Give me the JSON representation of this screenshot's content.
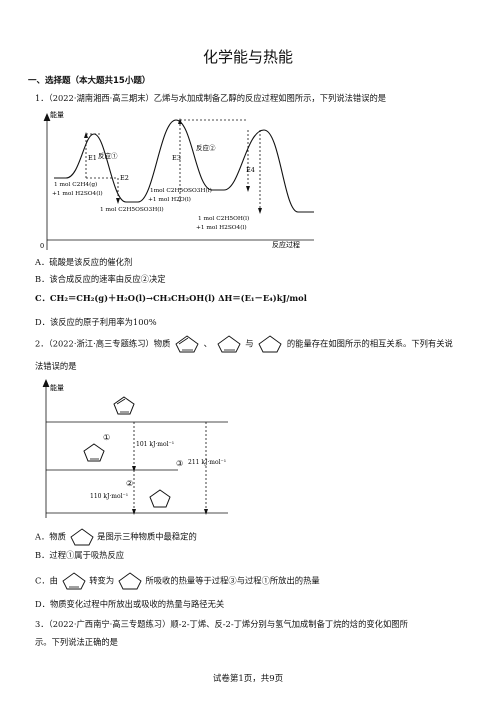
{
  "title": "化学能与热能",
  "section": "一、选择题（本大题共15小题）",
  "q1": {
    "stem": "1．（2022·湖南湘西·高三期末）乙烯与水加成制备乙醇的反应过程如图所示，下列说法错误的是",
    "chart": {
      "y_label": "能量",
      "x_label": "反应过程",
      "origin": "0",
      "e1": "E1",
      "e2": "E2",
      "e3": "E3",
      "e4": "E4",
      "step1": "反应①",
      "step2": "反应②",
      "s0a": "1 mol C2H4(g)",
      "s0b": "+1 mol H2SO4(l)",
      "s1": "1 mol C2H5OSO3H(l)",
      "s2a": "1mol C2H5OSO3H(l)",
      "s2b": "+1 mol H2O(l)",
      "s3a": "1 mol C2H5OH(l)",
      "s3b": "+1 mol H2SO4(l)"
    },
    "options": {
      "a": "A．硫酸是该反应的催化剂",
      "b": "B．该合成反应的速率由反应②决定",
      "c": "C．CH₂＝CH₂(g)＋H₂O(l)→CH₃CH₂OH(l)    ΔH＝(E₁－E₄)kJ/mol",
      "d": "D．该反应的原子利用率为100%"
    }
  },
  "q2": {
    "stem_a": "2．（2022·浙江·高三专题练习）物质",
    "stem_b": "、",
    "stem_c": "与",
    "stem_d": "的能量存在如图所示的相互关系。下列有关说",
    "stem_line2": "法错误的是",
    "chart": {
      "y_label": "能量",
      "p1": "①",
      "p2": "②",
      "p3": "③",
      "v1": "101 kJ·mol⁻¹",
      "v2": "110 kJ·mol⁻¹",
      "v3": "211 kJ·mol⁻¹"
    },
    "options": {
      "a_pre": "A．物质",
      "a_post": "是图示三种物质中最稳定的",
      "b": "B．过程①属于吸热反应",
      "c_pre": "C．由",
      "c_mid": "转变为",
      "c_post": "所吸收的热量等于过程③与过程①所放出的热量",
      "d": "D．物质变化过程中所放出或吸收的热量与路径无关"
    }
  },
  "q3": {
    "line1": "3．（2022·广西南宁·高三专题练习）顺-2-丁烯、反-2-丁烯分别与氢气加成制备丁烷的焓的变化如图所",
    "line2": "示。下列说法正确的是"
  },
  "footer": "试卷第1页，共9页"
}
